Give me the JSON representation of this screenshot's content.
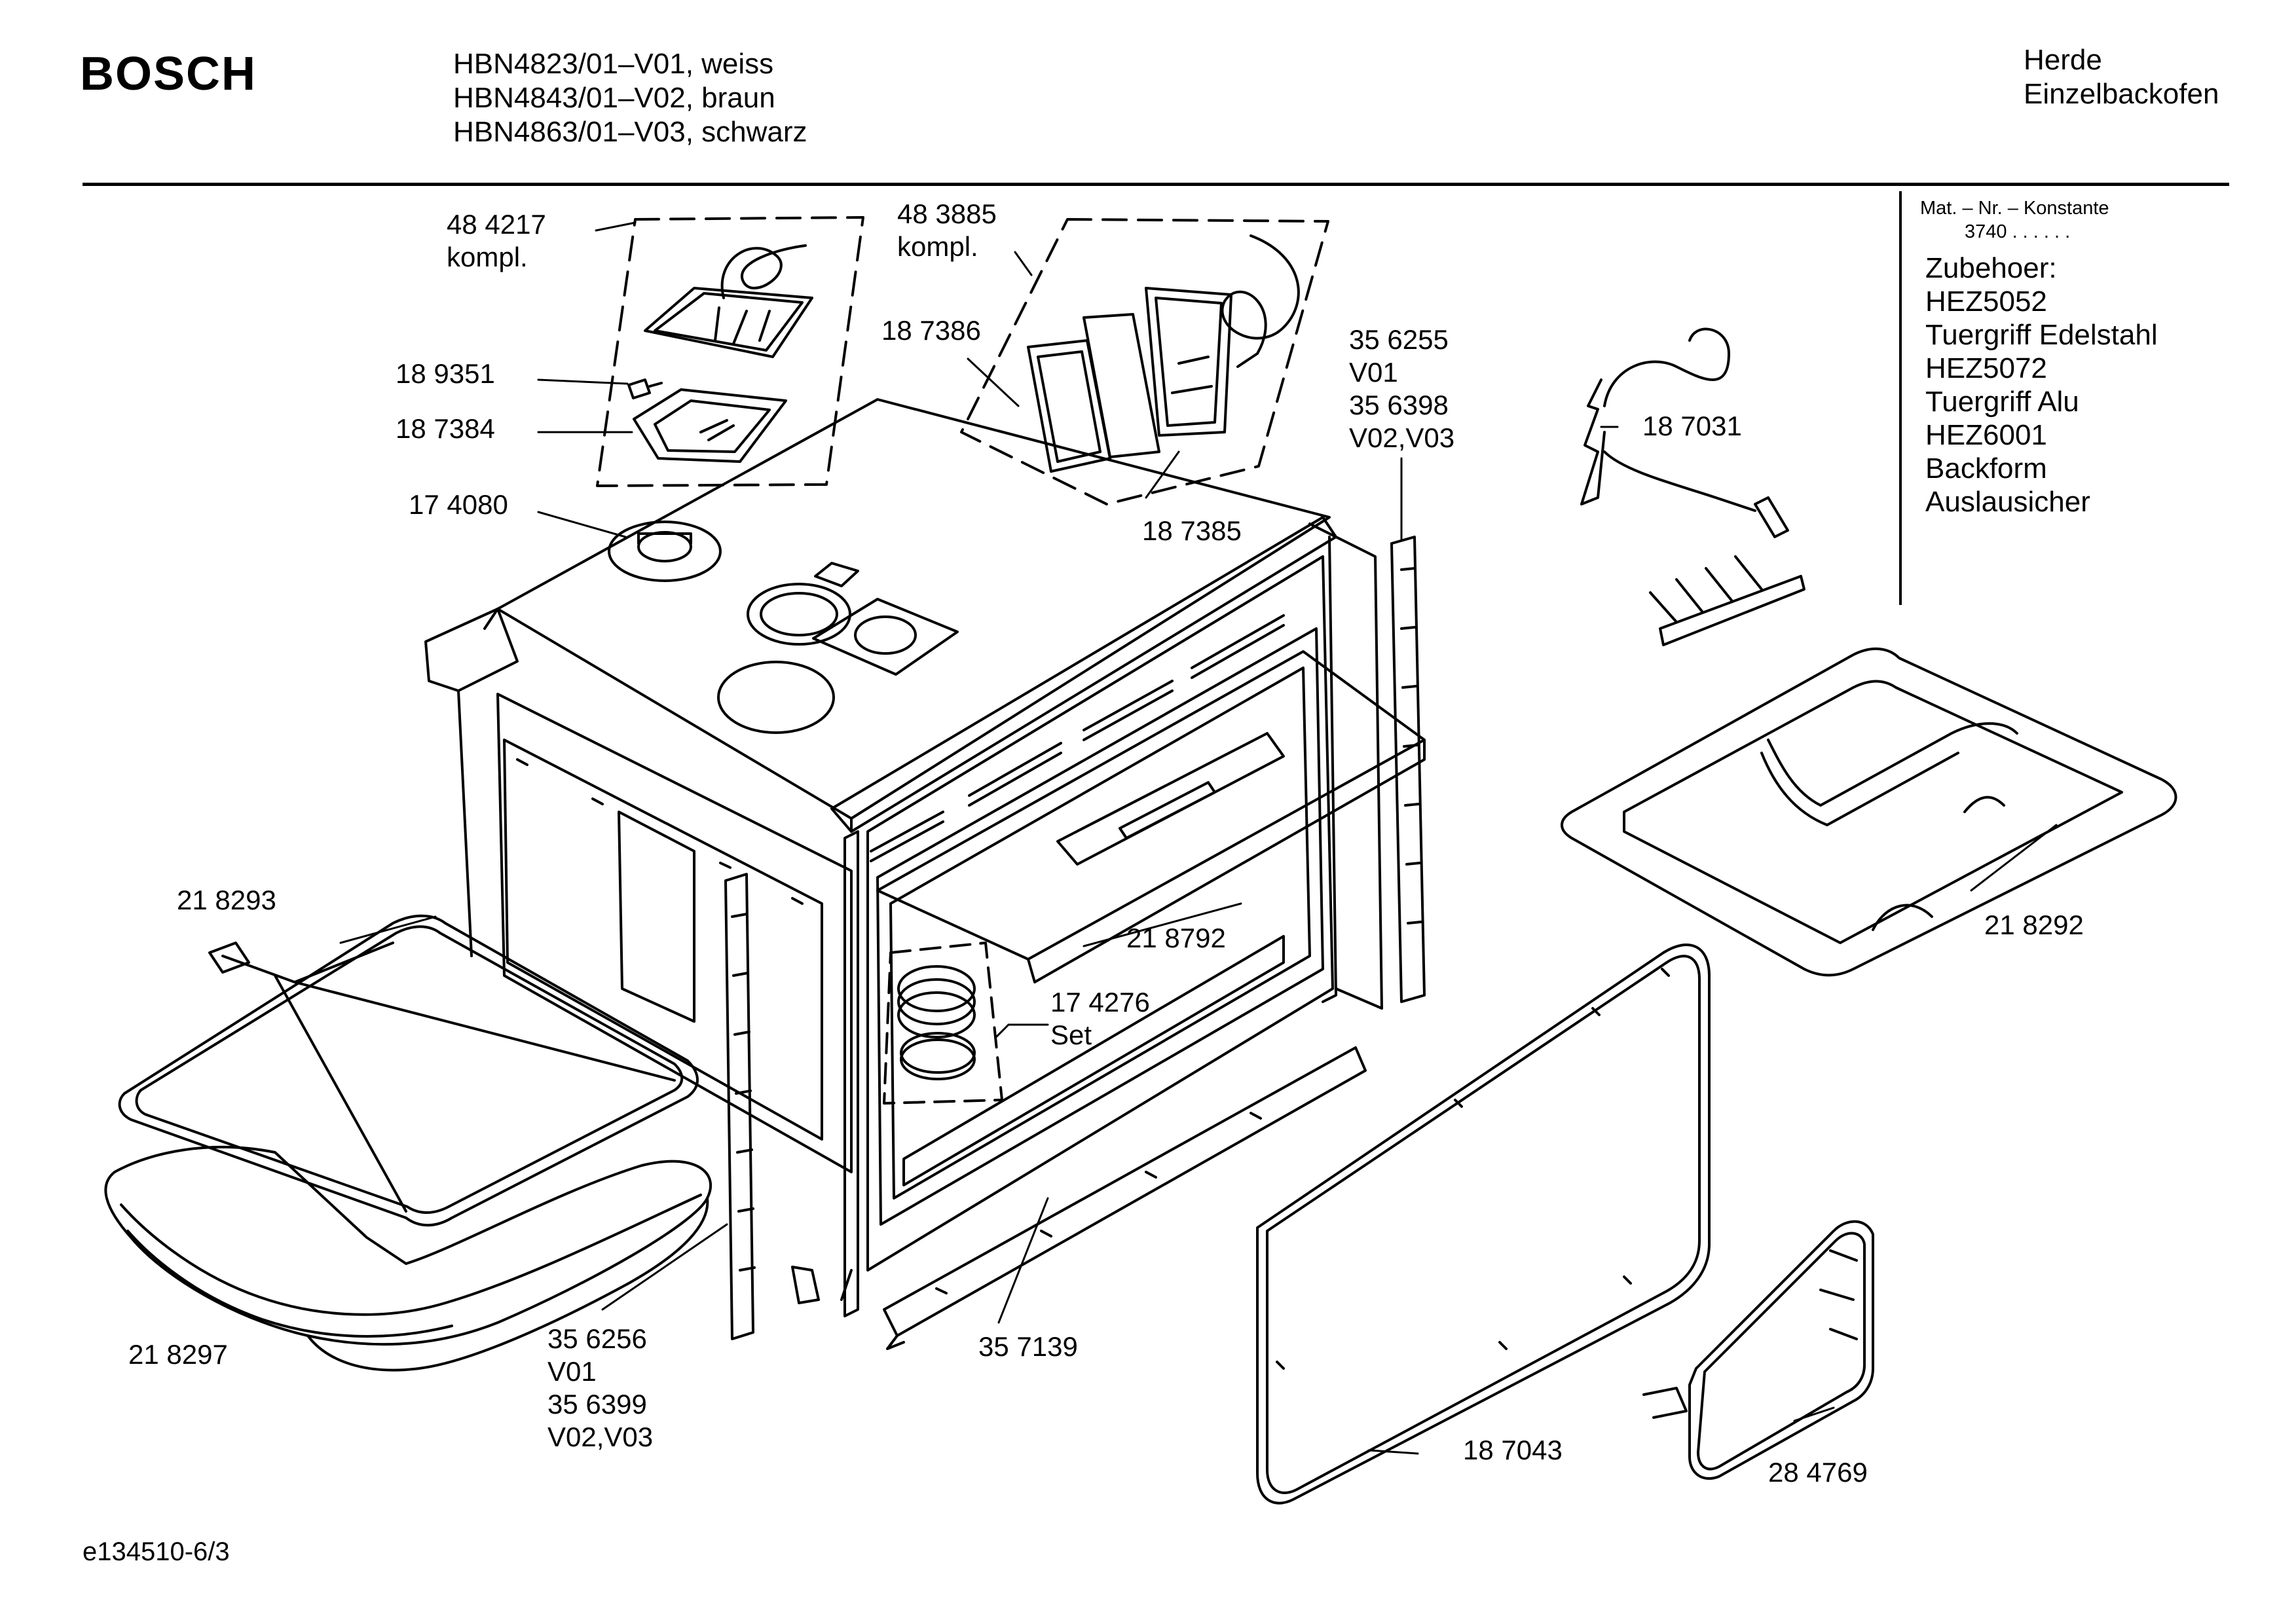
{
  "header": {
    "brand": "BOSCH",
    "models": [
      "HBN4823/01–V01, weiss",
      "HBN4843/01–V02, braun",
      "HBN4863/01–V03, schwarz"
    ],
    "category": [
      "Herde",
      "Einzelbackofen"
    ]
  },
  "sidebar": {
    "mat_title": "Mat. – Nr. – Konstante",
    "mat_number": "3740 . . . . . .",
    "accessories": [
      "Zubehoer:",
      "HEZ5052",
      "Tuergriff Edelstahl",
      "HEZ5072",
      "Tuergriff Alu",
      "HEZ6001",
      "Backform",
      "Auslausicher"
    ]
  },
  "parts": {
    "p484217": [
      "48 4217",
      "kompl."
    ],
    "p483885": [
      "48 3885",
      "kompl."
    ],
    "p189351": [
      "18 9351"
    ],
    "p187384": [
      "18 7384"
    ],
    "p174080": [
      "17 4080"
    ],
    "p187386": [
      "18 7386"
    ],
    "p187385": [
      "18 7385"
    ],
    "p356255": [
      "35 6255",
      "V01",
      "35 6398",
      "V02,V03"
    ],
    "p187031": [
      "18 7031"
    ],
    "p218293": [
      "21 8293"
    ],
    "p218792": [
      "21 8792"
    ],
    "p174276": [
      "17 4276",
      "Set"
    ],
    "p218292": [
      "21 8292"
    ],
    "p218297": [
      "21 8297"
    ],
    "p356256": [
      "35 6256",
      "V01",
      "35 6399",
      "V02,V03"
    ],
    "p357139": [
      "35 7139"
    ],
    "p187043": [
      "18 7043"
    ],
    "p284769": [
      "28 4769"
    ]
  },
  "footer": {
    "doc_id": "e134510-6/3"
  }
}
